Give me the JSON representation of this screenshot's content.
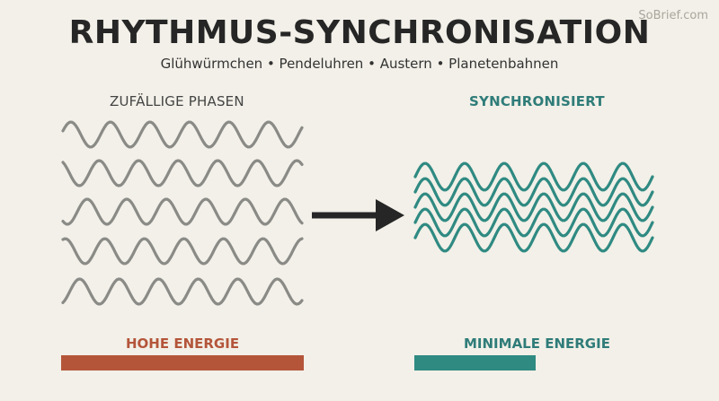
{
  "header": {
    "title": "RHYTHMUS-SYNCHRONISATION",
    "subtitle": "Glühwürmchen • Pendeluhren • Austern • Planetenbahnen"
  },
  "watermark": "SoBrief.com",
  "left_panel": {
    "label": "ZUFÄLLIGE PHASEN",
    "energy_label": "HOHE ENERGIE",
    "wave_count": 5,
    "color": "#8a8a86"
  },
  "right_panel": {
    "label": "SYNCHRONISIERT",
    "energy_label": "MINIMALE ENERGIE",
    "wave_count": 5,
    "color": "#2f8a82"
  },
  "arrow": {
    "icon": "right-arrow-icon",
    "color": "#262626"
  },
  "colors": {
    "high_energy": "#b4553a",
    "low_energy": "#2f8a82",
    "background": "#f2f0e8"
  }
}
